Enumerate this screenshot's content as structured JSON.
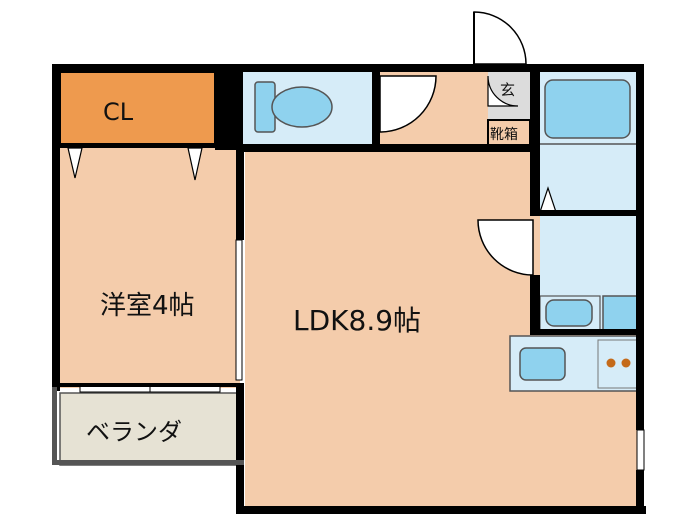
{
  "rooms": {
    "closet": "CL",
    "western_room": "洋室4帖",
    "ldk": "LDK8.9帖",
    "balcony": "ベランダ",
    "entrance": "玄",
    "shoe_box": "靴箱"
  },
  "colors": {
    "wall": "#000000",
    "floor_wood": "#f4ccab",
    "closet": "#ee9a4e",
    "wet_area": "#d6ecf8",
    "fixture": "#8fd2ee",
    "balcony": "#e6e2d4",
    "entrance": "#dcdcdc"
  }
}
